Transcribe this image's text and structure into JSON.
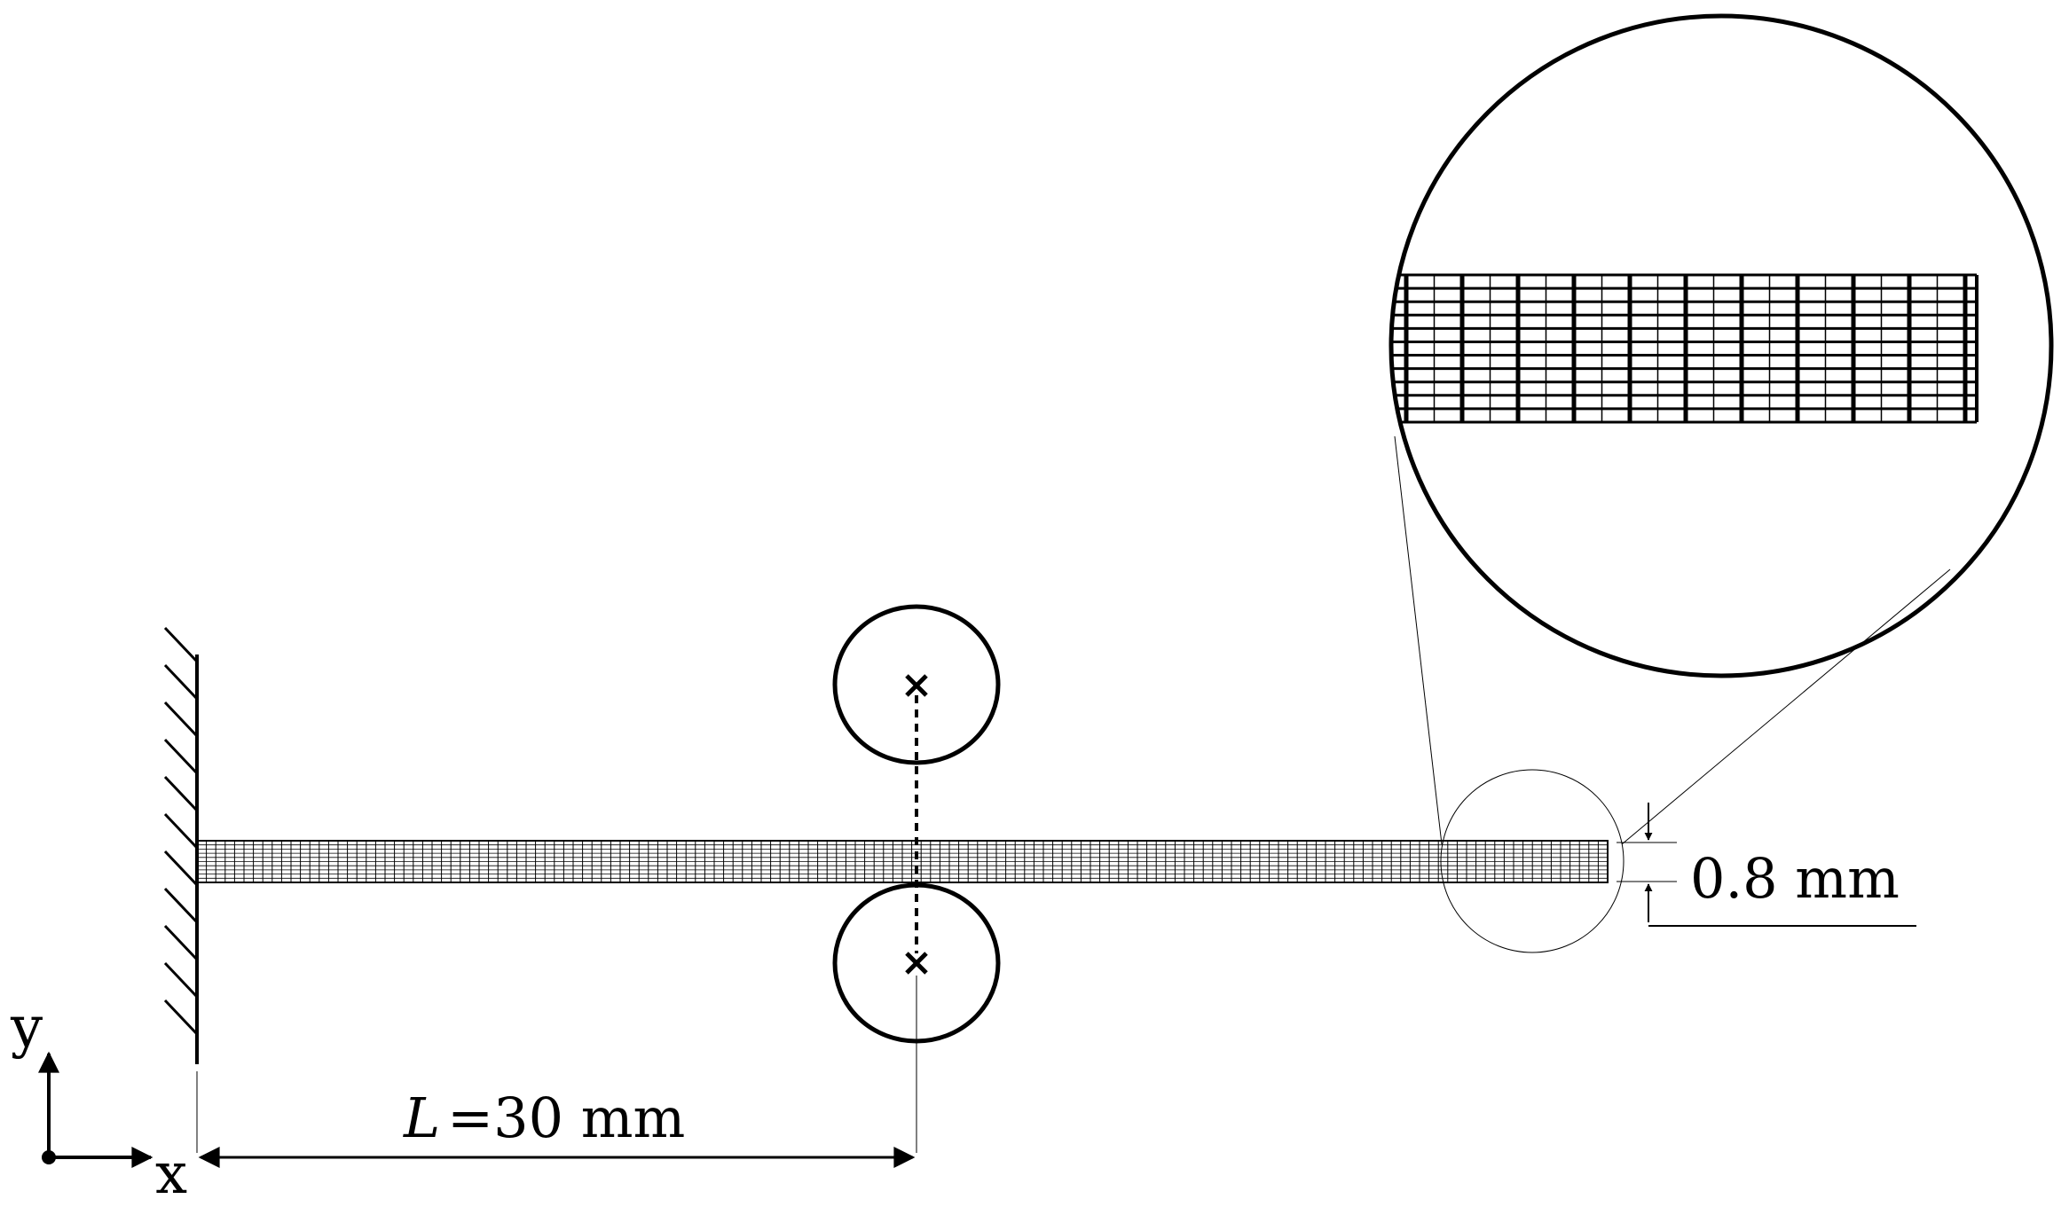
{
  "diagram": {
    "axis_x_label": "x",
    "axis_y_label": "y",
    "length_label_var": "L",
    "length_label_value": "=30 mm",
    "thickness_label": "0.8 mm",
    "colors": {
      "stroke": "#000000",
      "background": "#ffffff"
    },
    "beam_mesh": {
      "elements_along_length": 150,
      "elements_through_thickness": 10
    },
    "zoom_mesh": {
      "major_columns": 11,
      "layers": 10
    }
  }
}
